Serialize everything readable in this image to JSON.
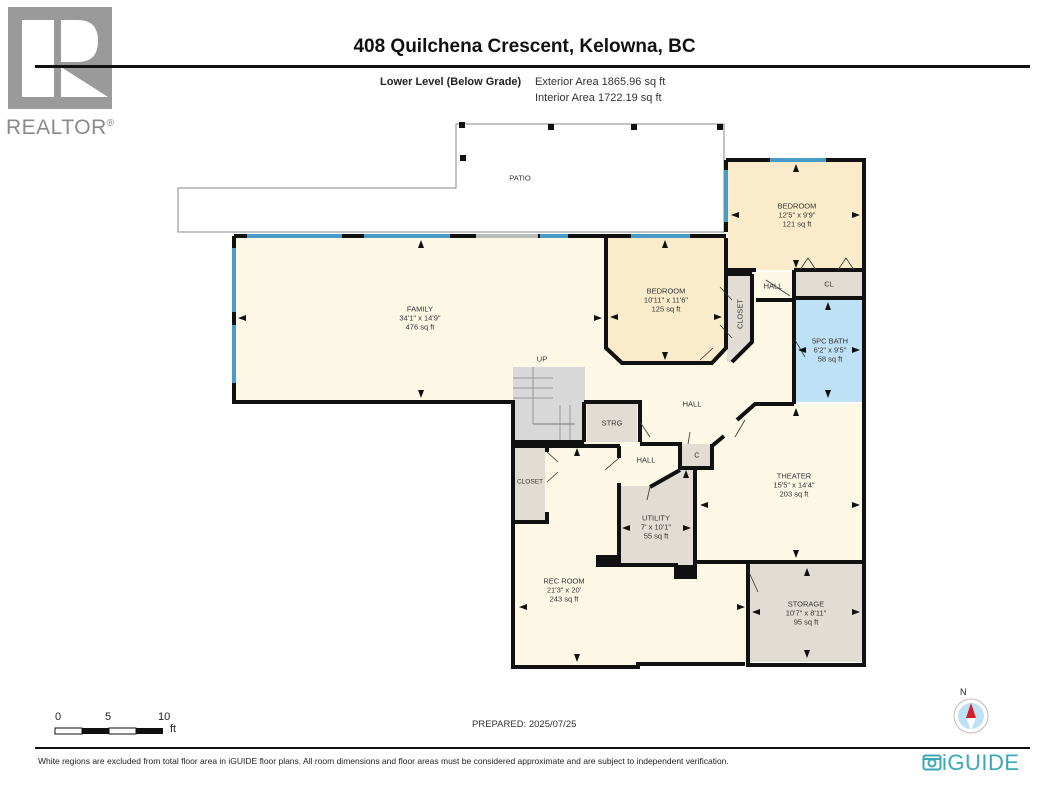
{
  "branding": {
    "realtor_logo": "REALTOR",
    "realtor_mark": "®",
    "iguide_logo": "iGUIDE",
    "iguide_color": "#3aa8b8"
  },
  "header": {
    "title": "408 Quilchena Crescent, Kelowna, BC",
    "level": "Lower Level (Below Grade)",
    "exterior_area": "Exterior Area 1865.96 sq ft",
    "interior_area": "Interior Area 1722.19 sq ft"
  },
  "rooms": {
    "patio": {
      "name": "PATIO"
    },
    "family": {
      "name": "FAMILY",
      "dims": "34'1\" x 14'9\"",
      "area": "476 sq ft"
    },
    "bedroom1": {
      "name": "BEDROOM",
      "dims": "10'11\" x 11'6\"",
      "area": "125 sq ft"
    },
    "bedroom2": {
      "name": "BEDROOM",
      "dims": "12'5\" x 9'9\"",
      "area": "121 sq ft"
    },
    "bath": {
      "name": "5PC BATH",
      "dims": "6'2\" x 9'5\"",
      "area": "58 sq ft"
    },
    "theater": {
      "name": "THEATER",
      "dims": "15'5\" x 14'4\"",
      "area": "203 sq ft"
    },
    "utility": {
      "name": "UTILITY",
      "dims": "7' x 10'1\"",
      "area": "55 sq ft"
    },
    "rec_room": {
      "name": "REC ROOM",
      "dims": "21'3\" x 20'",
      "area": "243 sq ft"
    },
    "storage": {
      "name": "STORAGE",
      "dims": "10'7\" x 8'11\"",
      "area": "95 sq ft"
    },
    "closet_bed1": {
      "name": "CLOSET"
    },
    "closet_rec": {
      "name": "CLOSET"
    },
    "cl": {
      "name": "CL"
    },
    "hall_top": {
      "name": "HALL"
    },
    "hall_main": {
      "name": "HALL"
    },
    "hall_lower": {
      "name": "HALL"
    },
    "strg": {
      "name": "STRG"
    },
    "c": {
      "name": "C"
    },
    "up": {
      "name": "UP"
    }
  },
  "colors": {
    "room_fill": "#fdf8e6",
    "bedroom_fill": "#faeccb",
    "bath_fill": "#bfe1f5",
    "grey_fill": "#e2ddd4",
    "wall": "#111111",
    "window": "#4a9cc8"
  },
  "scale": {
    "marks": [
      "0",
      "5",
      "10"
    ],
    "unit": "ft"
  },
  "compass": {
    "label": "N"
  },
  "footer": {
    "prepared": "PREPARED: 2025/07/25",
    "disclaimer": "White regions are excluded from total floor area in iGUIDE floor plans. All room dimensions and floor areas must be considered approximate and are subject to independent verification."
  }
}
